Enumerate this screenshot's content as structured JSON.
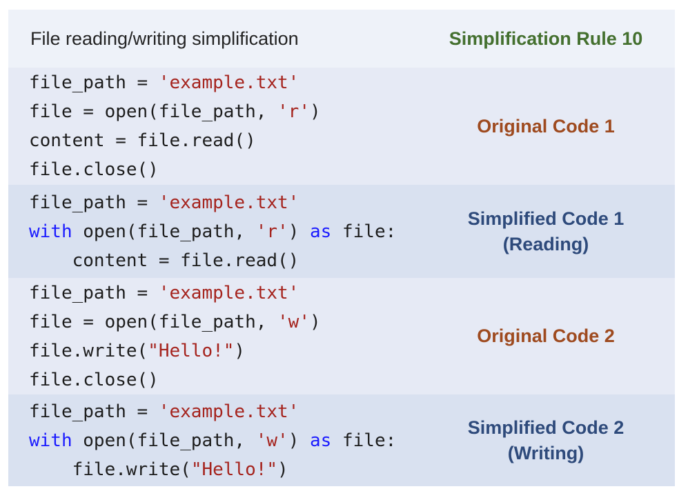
{
  "header": {
    "title": "File reading/writing simplification",
    "rule_badge": "Simplification Rule 10"
  },
  "palette": {
    "page_bg": "#ffffff",
    "header_bg": "#eef2f9",
    "row_light_bg": "#e6eaf5",
    "row_dark_bg": "#d9e1f0",
    "code_text": "#1d1d1d",
    "code_string": "#a5231d",
    "code_keyword": "#1b1bff",
    "rule_badge_color": "#44702f",
    "original_label_color": "#9e4a1f",
    "simplified_label_color": "#2e4a7b"
  },
  "rows": [
    {
      "shade": "light",
      "label_style": "original",
      "label_lines": [
        "Original Code 1"
      ],
      "code_lines": [
        [
          {
            "type": "plain",
            "text": "file_path = "
          },
          {
            "type": "string",
            "text": "'example.txt'"
          }
        ],
        [
          {
            "type": "plain",
            "text": "file = open(file_path, "
          },
          {
            "type": "string",
            "text": "'r'"
          },
          {
            "type": "plain",
            "text": ")"
          }
        ],
        [
          {
            "type": "plain",
            "text": "content = file.read()"
          }
        ],
        [
          {
            "type": "plain",
            "text": "file.close()"
          }
        ]
      ]
    },
    {
      "shade": "dark",
      "label_style": "simplified",
      "label_lines": [
        "Simplified Code 1",
        "(Reading)"
      ],
      "code_lines": [
        [
          {
            "type": "plain",
            "text": "file_path = "
          },
          {
            "type": "string",
            "text": "'example.txt'"
          }
        ],
        [
          {
            "type": "keyword",
            "text": "with"
          },
          {
            "type": "plain",
            "text": " open(file_path, "
          },
          {
            "type": "string",
            "text": "'r'"
          },
          {
            "type": "plain",
            "text": ") "
          },
          {
            "type": "keyword",
            "text": "as"
          },
          {
            "type": "plain",
            "text": " file:"
          }
        ],
        [
          {
            "type": "plain",
            "text": "    content = file.read()"
          }
        ]
      ]
    },
    {
      "shade": "light",
      "label_style": "original",
      "label_lines": [
        "Original Code 2"
      ],
      "code_lines": [
        [
          {
            "type": "plain",
            "text": "file_path = "
          },
          {
            "type": "string",
            "text": "'example.txt'"
          }
        ],
        [
          {
            "type": "plain",
            "text": "file = open(file_path, "
          },
          {
            "type": "string",
            "text": "'w'"
          },
          {
            "type": "plain",
            "text": ")"
          }
        ],
        [
          {
            "type": "plain",
            "text": "file.write("
          },
          {
            "type": "string",
            "text": "\"Hello!\""
          },
          {
            "type": "plain",
            "text": ")"
          }
        ],
        [
          {
            "type": "plain",
            "text": "file.close()"
          }
        ]
      ]
    },
    {
      "shade": "dark",
      "label_style": "simplified",
      "label_lines": [
        "Simplified Code 2",
        "(Writing)"
      ],
      "code_lines": [
        [
          {
            "type": "plain",
            "text": "file_path = "
          },
          {
            "type": "string",
            "text": "'example.txt'"
          }
        ],
        [
          {
            "type": "keyword",
            "text": "with"
          },
          {
            "type": "plain",
            "text": " open(file_path, "
          },
          {
            "type": "string",
            "text": "'w'"
          },
          {
            "type": "plain",
            "text": ") "
          },
          {
            "type": "keyword",
            "text": "as"
          },
          {
            "type": "plain",
            "text": " file:"
          }
        ],
        [
          {
            "type": "plain",
            "text": "    file.write("
          },
          {
            "type": "string",
            "text": "\"Hello!\""
          },
          {
            "type": "plain",
            "text": ")"
          }
        ]
      ]
    }
  ]
}
